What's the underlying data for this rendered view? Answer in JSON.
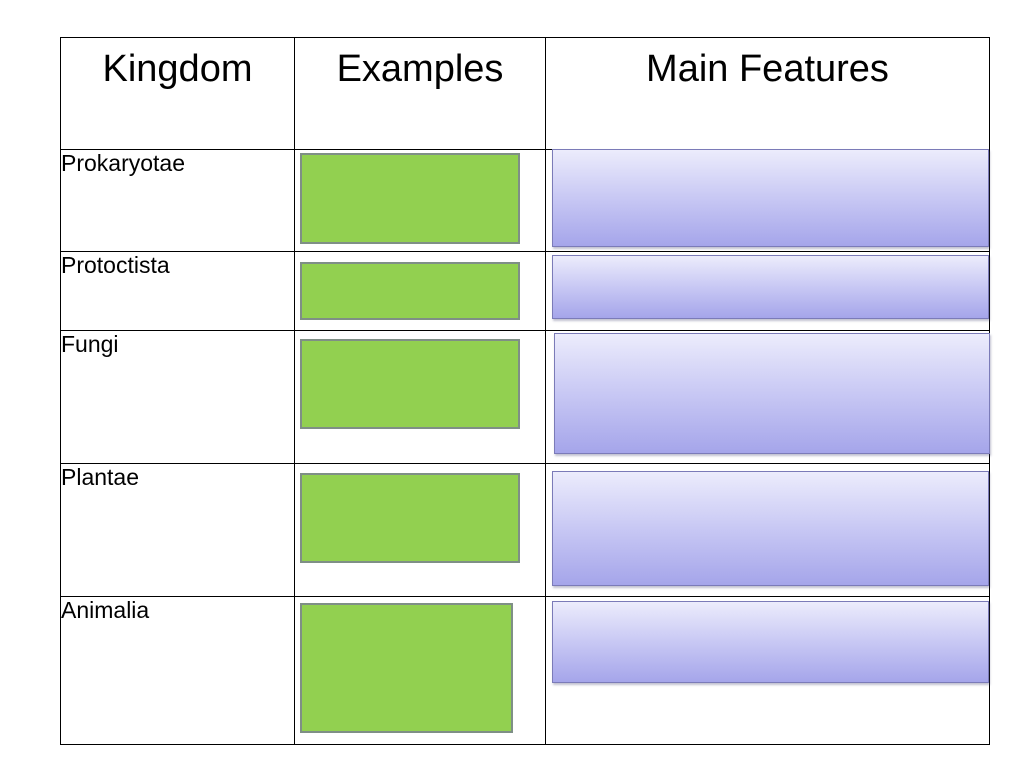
{
  "table": {
    "headers": {
      "kingdom": "Kingdom",
      "examples": "Examples",
      "main_features": "Main Features"
    },
    "rows": [
      {
        "kingdom": "Prokaryotae"
      },
      {
        "kingdom": "Protoctista"
      },
      {
        "kingdom": "Fungi"
      },
      {
        "kingdom": "Plantae"
      },
      {
        "kingdom": "Animalia"
      }
    ]
  },
  "colors": {
    "examples_cover": "#92d050",
    "features_cover_top": "#ececfc",
    "features_cover_bottom": "#a5a5ea"
  }
}
